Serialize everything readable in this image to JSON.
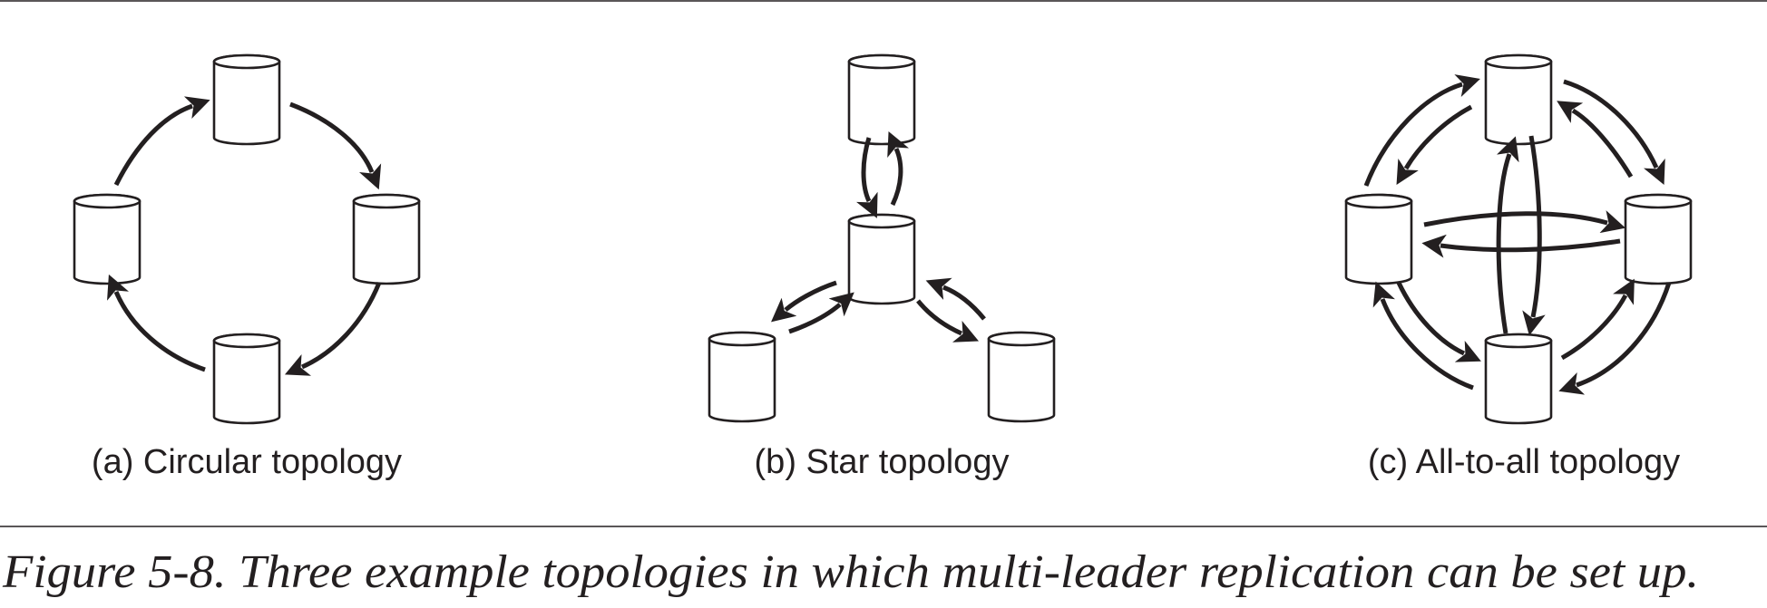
{
  "panels": [
    {
      "label": "(a) Circular topology"
    },
    {
      "label": "(b) Star topology"
    },
    {
      "label": "(c) All-to-all topology"
    }
  ],
  "caption": "Figure 5-8. Three example topologies in which multi-leader replication can be set up.",
  "colors": {
    "ink": "#231f20",
    "background": "#ffffff"
  }
}
